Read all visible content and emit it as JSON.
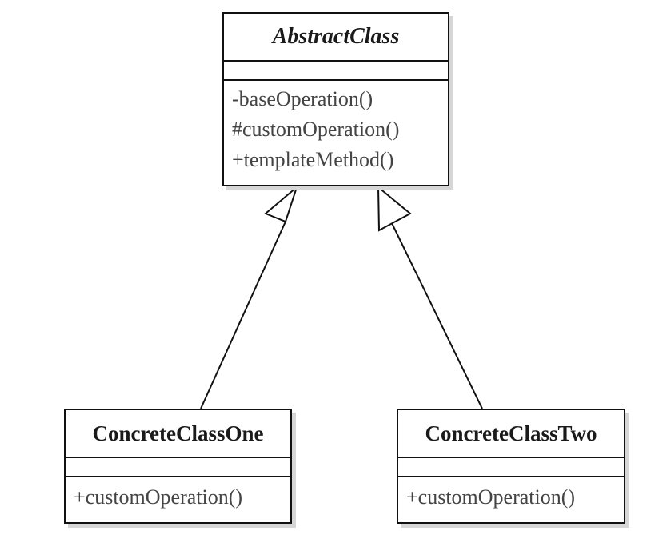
{
  "abstract_class": {
    "name": "AbstractClass",
    "methods": [
      "-baseOperation()",
      "#customOperation()",
      "+templateMethod()"
    ]
  },
  "concrete_one": {
    "name": "ConcreteClassOne",
    "methods": [
      "+customOperation()"
    ]
  },
  "concrete_two": {
    "name": "ConcreteClassTwo",
    "methods": [
      "+customOperation()"
    ]
  },
  "relationships": [
    {
      "from": "ConcreteClassOne",
      "to": "AbstractClass",
      "type": "generalization"
    },
    {
      "from": "ConcreteClassTwo",
      "to": "AbstractClass",
      "type": "generalization"
    }
  ]
}
